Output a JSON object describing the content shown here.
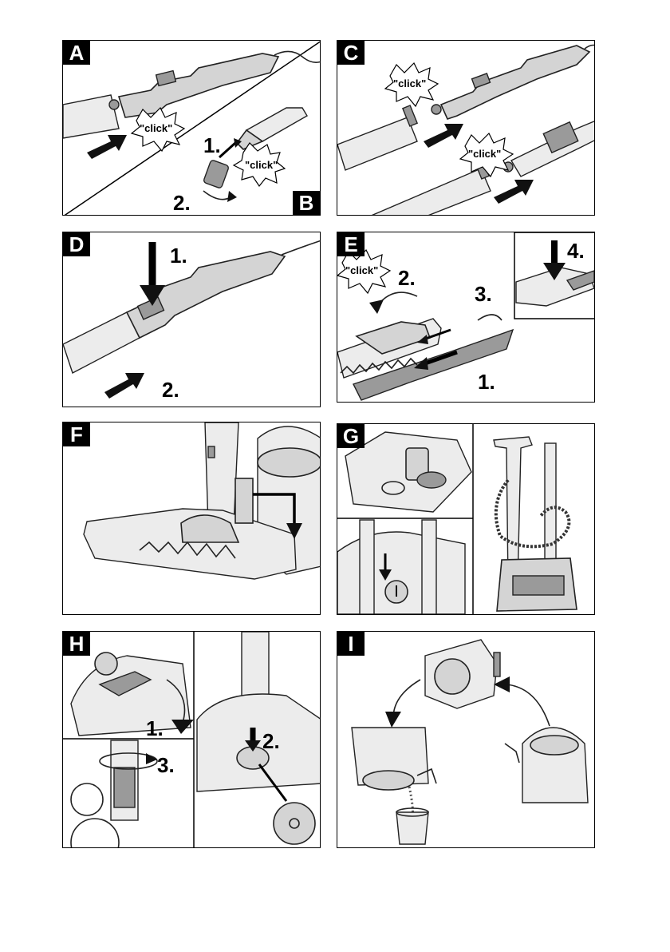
{
  "panels": {
    "a": {
      "label": "A",
      "click": "\"click\"",
      "step1": "1.",
      "step2": "2."
    },
    "b": {
      "label": "B"
    },
    "c": {
      "label": "C",
      "click1": "\"click\"",
      "click2": "\"click\""
    },
    "d": {
      "label": "D",
      "step1": "1.",
      "step2": "2."
    },
    "e": {
      "label": "E",
      "click": "\"click\"",
      "step1": "1.",
      "step2": "2.",
      "step3": "3.",
      "step4": "4."
    },
    "f": {
      "label": "F"
    },
    "g": {
      "label": "G"
    },
    "h": {
      "label": "H",
      "step1": "1.",
      "step2": "2.",
      "step3": "3."
    },
    "i": {
      "label": "I"
    },
    "a_click2": "\"click\""
  }
}
